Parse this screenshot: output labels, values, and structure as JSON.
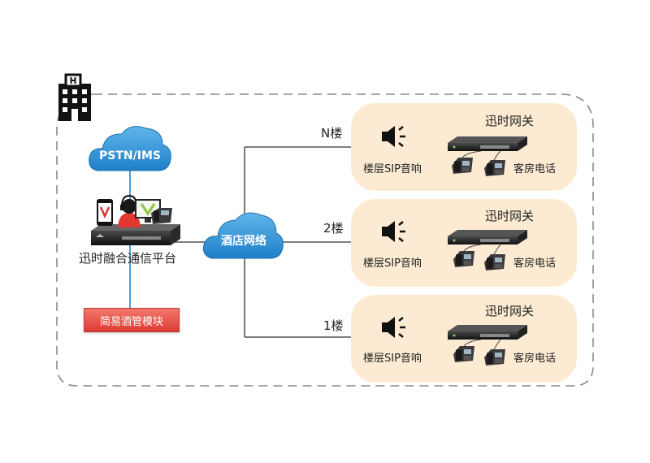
{
  "icons": {
    "hotel": "hotel-building-icon",
    "speaker": "speaker-icon",
    "gateway": "gateway-device-icon",
    "phone": "desk-phone-icon",
    "platform": "platform-server-icon",
    "mobile": "mobile-phone-icon",
    "agent": "headset-agent-icon",
    "monitor": "monitor-icon"
  },
  "colors": {
    "cloud": "#2f93d6",
    "floor_panel": "#fcebd2",
    "module": "#e0463d",
    "line_blue": "#1e8ad8",
    "line_dark": "#333333"
  },
  "diagram": {
    "clouds": {
      "pstn": "PSTN/IMS",
      "hotel_network": "酒店网络"
    },
    "platform": {
      "label": "迅时融合通信平台"
    },
    "module": {
      "label": "简易酒管模块"
    },
    "floors": [
      {
        "name": "N楼",
        "speaker_label": "楼层SIP音响",
        "gateway_label": "迅时网关",
        "phone_label": "客房电话"
      },
      {
        "name": "2楼",
        "speaker_label": "楼层SIP音响",
        "gateway_label": "迅时网关",
        "phone_label": "客房电话"
      },
      {
        "name": "1楼",
        "speaker_label": "楼层SIP音响",
        "gateway_label": "迅时网关",
        "phone_label": "客房电话"
      }
    ]
  }
}
